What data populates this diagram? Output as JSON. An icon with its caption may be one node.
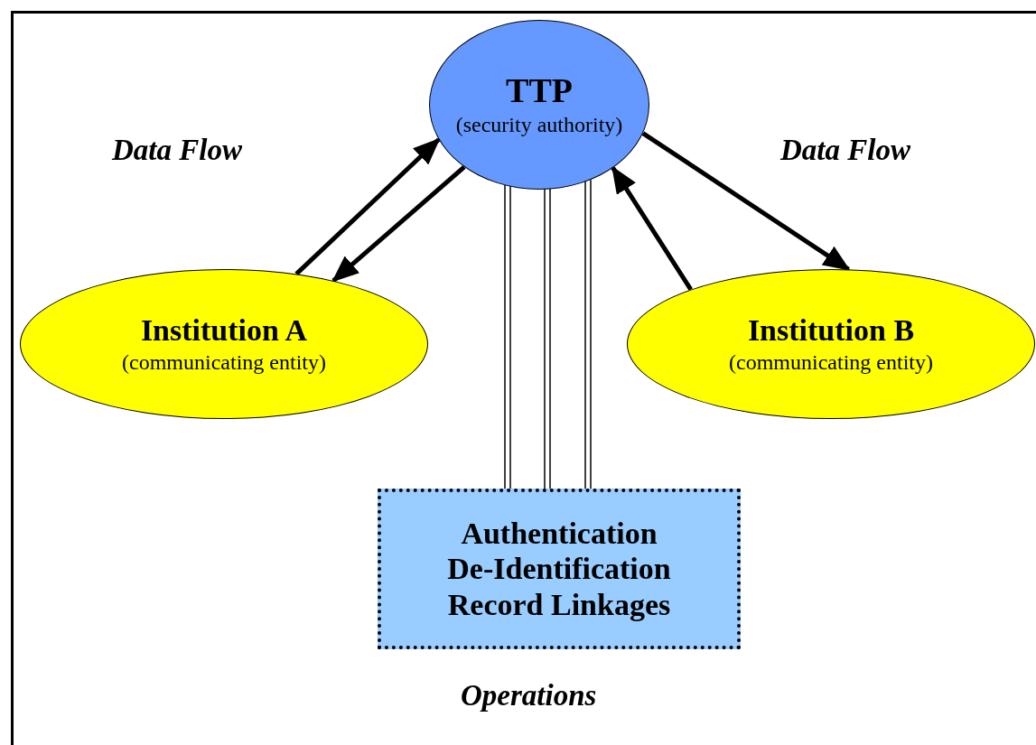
{
  "diagram": {
    "nodes": [
      {
        "text": [
          "TTP",
          "(security authority)"
        ]
      },
      {
        "text": [
          "Institution A",
          "(communicating entity)"
        ]
      },
      {
        "text": [
          "Institution B",
          "(communicating entity)"
        ]
      },
      {
        "text": [
          "Authentication",
          "De-Identification",
          "Record Linkages"
        ],
        "beside": [
          "Operations"
        ]
      }
    ],
    "edges": [
      {
        "from": 1,
        "to": 0,
        "arrow": "to"
      },
      {
        "from": 0,
        "to": 1,
        "arrow": "to"
      },
      {
        "from": 0,
        "to": 2,
        "arrow": "to"
      },
      {
        "from": 2,
        "to": 0,
        "arrow": "to"
      },
      {
        "from": 0,
        "to": 3,
        "arrow": "none"
      },
      {
        "from": 0,
        "to": 3,
        "arrow": "none"
      },
      {
        "from": 0,
        "to": 3,
        "arrow": "none"
      }
    ],
    "labels": [
      "Data Flow",
      "Data Flow"
    ]
  }
}
